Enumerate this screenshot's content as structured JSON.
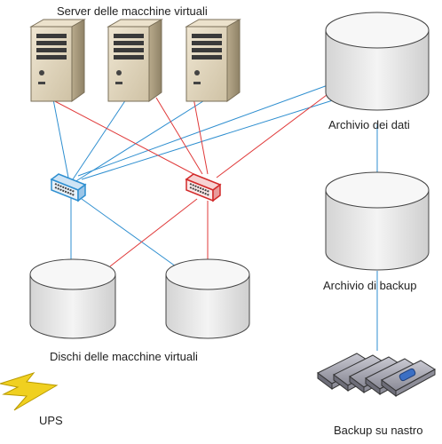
{
  "labels": {
    "servers": "Server delle macchine virtuali",
    "data_archive": "Archivio dei dati",
    "backup_archive": "Archivio di backup",
    "vm_disks": "Dischi delle macchine virtuali",
    "ups": "UPS",
    "tape_backup": "Backup su nastro"
  },
  "colors": {
    "blue_link": "#2f8fd0",
    "red_link": "#e03a3a",
    "server_body": "#d9ccb3",
    "disk_body": "#e6e6e6",
    "switch_blue": "#2f8fd0",
    "switch_red": "#d22a2a",
    "ups_bolt": "#f0d020"
  },
  "icons": {
    "server": "server-tower-icon",
    "switch": "network-switch-icon",
    "storage": "storage-cylinder-icon",
    "tape": "tape-cartridge-icon",
    "ups": "lightning-bolt-icon"
  }
}
